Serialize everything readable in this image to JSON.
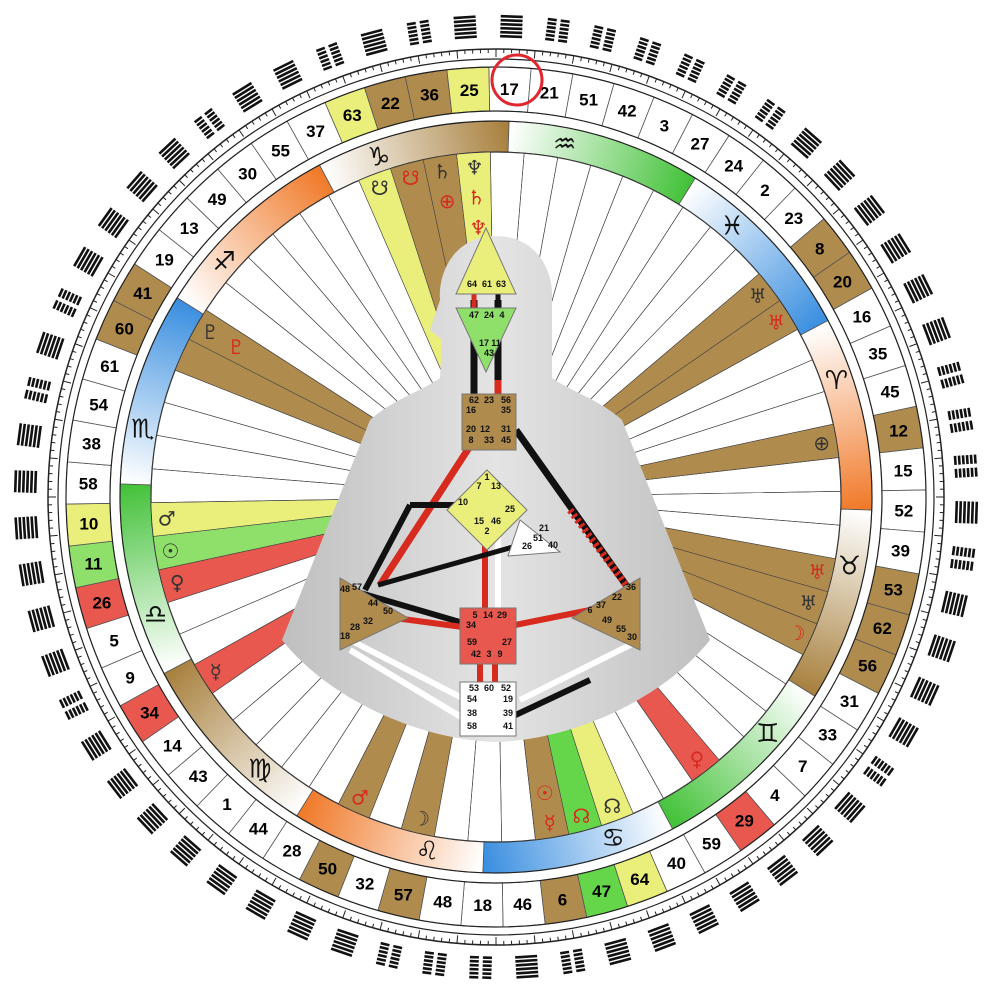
{
  "wheel": {
    "gates": [
      41,
      19,
      13,
      49,
      30,
      55,
      37,
      63,
      22,
      36,
      25,
      17,
      21,
      51,
      42,
      3,
      27,
      24,
      2,
      23,
      8,
      20,
      16,
      35,
      45,
      12,
      15,
      52,
      39,
      53,
      62,
      56,
      31,
      33,
      7,
      4,
      29,
      59,
      40,
      64,
      47,
      6,
      46,
      18,
      48,
      57,
      32,
      50,
      28,
      44,
      1,
      43,
      14,
      34,
      9,
      5,
      26,
      11,
      10,
      58,
      38,
      54,
      61,
      60
    ],
    "highlighted_gate": "11",
    "gate_colors": {
      "41": "#b08b4e",
      "63": "#e9ef7a",
      "22": "#b08b4e",
      "36": "#b08b4e",
      "25": "#e9ef7a",
      "8": "#b08b4e",
      "20": "#b08b4e",
      "12": "#b08b4e",
      "53": "#b08b4e",
      "62": "#b08b4e",
      "56": "#b08b4e",
      "29": "#e8584f",
      "64": "#e9ef7a",
      "47": "#65d64a",
      "6": "#b08b4e",
      "50": "#b08b4e",
      "57": "#b08b4e",
      "34": "#e8584f",
      "26": "#e8584f",
      "11": "#8ee06a",
      "10": "#e9ef7a",
      "60": "#b08b4e"
    }
  },
  "zodiac": [
    {
      "name": "capricorn",
      "symbol": "♑",
      "color": "#a8813f"
    },
    {
      "name": "aquarius",
      "symbol": "♒",
      "color": "#44c23a"
    },
    {
      "name": "pisces",
      "symbol": "♓",
      "color": "#3b8fe0"
    },
    {
      "name": "aries",
      "symbol": "♈",
      "color": "#f07a2a"
    },
    {
      "name": "taurus",
      "symbol": "♉",
      "color": "#a8813f"
    },
    {
      "name": "gemini",
      "symbol": "♊",
      "color": "#44c23a"
    },
    {
      "name": "cancer",
      "symbol": "♋",
      "color": "#3b8fe0"
    },
    {
      "name": "leo",
      "symbol": "♌",
      "color": "#f07a2a"
    },
    {
      "name": "virgo",
      "symbol": "♍",
      "color": "#a8813f"
    },
    {
      "name": "libra",
      "symbol": "♎",
      "color": "#44c23a"
    },
    {
      "name": "scorpio",
      "symbol": "♏",
      "color": "#3b8fe0"
    },
    {
      "name": "sagittarius",
      "symbol": "♐",
      "color": "#f07a2a"
    }
  ],
  "planets": [
    {
      "gate": "10",
      "symbol": "♂",
      "color": "#333333"
    },
    {
      "gate": "11",
      "symbol": "☉",
      "color": "#333333"
    },
    {
      "gate": "26",
      "symbol": "♀",
      "color": "#333333"
    },
    {
      "gate": "34",
      "symbol": "☿",
      "color": "#333333"
    },
    {
      "gate": "50",
      "symbol": "♂",
      "color": "#d62b1e"
    },
    {
      "gate": "57",
      "symbol": "☽",
      "color": "#333333"
    },
    {
      "gate": "6",
      "symbol": "☿",
      "color": "#d62b1e"
    },
    {
      "gate": "6b",
      "symbol": "☉",
      "color": "#d62b1e"
    },
    {
      "gate": "47",
      "symbol": "☊",
      "color": "#d62b1e"
    },
    {
      "gate": "64",
      "symbol": "☊",
      "color": "#333333"
    },
    {
      "gate": "29",
      "symbol": "♀",
      "color": "#d62b1e"
    },
    {
      "gate": "56",
      "symbol": "☽",
      "color": "#d62b1e"
    },
    {
      "gate": "62",
      "symbol": "♅",
      "color": "#333333"
    },
    {
      "gate": "53",
      "symbol": "♅",
      "color": "#d62b1e"
    },
    {
      "gate": "12",
      "symbol": "⊕",
      "color": "#333333"
    },
    {
      "gate": "8",
      "symbol": "♅",
      "color": "#333333"
    },
    {
      "gate": "20",
      "symbol": "♅",
      "color": "#d62b1e"
    },
    {
      "gate": "25",
      "symbol": "♆",
      "color": "#333333"
    },
    {
      "gate": "25b",
      "symbol": "♄",
      "color": "#d62b1e"
    },
    {
      "gate": "25c",
      "symbol": "♆",
      "color": "#d62b1e"
    },
    {
      "gate": "36",
      "symbol": "♄",
      "color": "#333333"
    },
    {
      "gate": "36b",
      "symbol": "⊕",
      "color": "#d62b1e"
    },
    {
      "gate": "22",
      "symbol": "☋",
      "color": "#d62b1e"
    },
    {
      "gate": "63",
      "symbol": "☋",
      "color": "#333333"
    },
    {
      "gate": "41",
      "symbol": "♇",
      "color": "#333333"
    },
    {
      "gate": "41b",
      "symbol": "♇",
      "color": "#d62b1e"
    }
  ],
  "centers": {
    "head": [
      "64",
      "61",
      "63"
    ],
    "ajna": [
      "47",
      "24",
      "4",
      "17",
      "11",
      "43"
    ],
    "throat": [
      "62",
      "23",
      "56",
      "16",
      "35",
      "20",
      "12",
      "31",
      "8",
      "33",
      "45"
    ],
    "g": [
      "1",
      "7",
      "13",
      "10",
      "25",
      "15",
      "46",
      "2"
    ],
    "ego": [
      "21",
      "51",
      "26",
      "40"
    ],
    "spleen": [
      "48",
      "57",
      "44",
      "50",
      "32",
      "28",
      "18"
    ],
    "sacral": [
      "5",
      "14",
      "29",
      "34",
      "27",
      "59",
      "42",
      "3",
      "9"
    ],
    "solar": [
      "36",
      "22",
      "6",
      "37",
      "49",
      "55",
      "30"
    ],
    "root": [
      "53",
      "60",
      "52",
      "54",
      "19",
      "38",
      "39",
      "58",
      "41"
    ]
  },
  "colors": {
    "red": "#d62b1e",
    "black": "#111111",
    "highlight_circle": "#e2262e"
  }
}
